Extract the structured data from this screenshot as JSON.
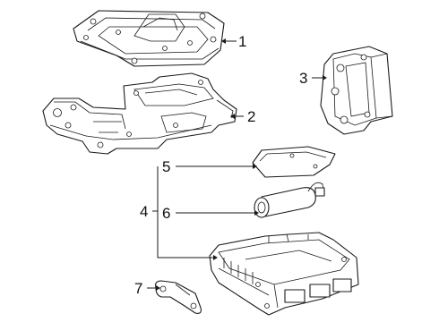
{
  "diagram": {
    "callouts": [
      {
        "id": "c1",
        "label": "1"
      },
      {
        "id": "c2",
        "label": "2"
      },
      {
        "id": "c3",
        "label": "3"
      },
      {
        "id": "c4",
        "label": "4"
      },
      {
        "id": "c5",
        "label": "5"
      },
      {
        "id": "c6",
        "label": "6"
      },
      {
        "id": "c7",
        "label": "7"
      }
    ],
    "parts": [
      {
        "callout": "1",
        "icon": "control-module-cover-icon"
      },
      {
        "callout": "2",
        "icon": "mounting-bracket-tray-icon"
      },
      {
        "callout": "3",
        "icon": "side-bracket-icon"
      },
      {
        "callout": "5",
        "icon": "cover-plate-icon"
      },
      {
        "callout": "6",
        "icon": "cylinder-component-icon"
      },
      {
        "callout": "4",
        "icon": "control-module-assembly-icon"
      },
      {
        "callout": "7",
        "icon": "small-bracket-icon"
      }
    ]
  }
}
